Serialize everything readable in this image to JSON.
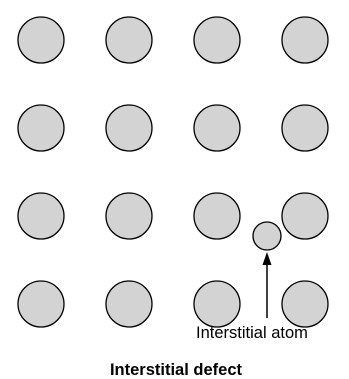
{
  "diagram": {
    "lattice": {
      "rows": 4,
      "columns": 4
    },
    "colors": {
      "atom_fill": "#d3d3d3",
      "outline": "#000000",
      "background": "#ffffff"
    },
    "interstitial_label": "Interstitial atom",
    "caption": "Interstitial defect"
  }
}
